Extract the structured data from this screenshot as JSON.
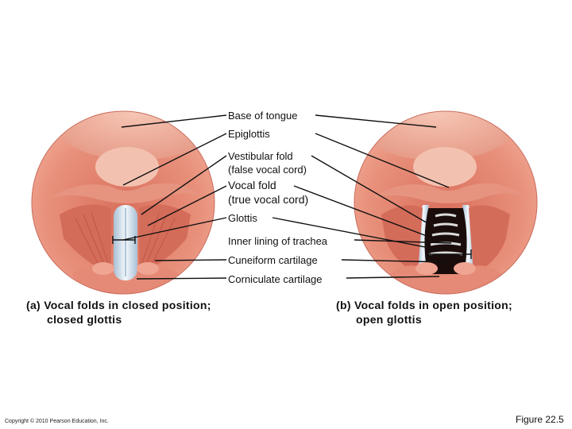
{
  "labels": {
    "base_of_tongue": "Base of tongue",
    "epiglottis": "Epiglottis",
    "vestibular_fold_1": "Vestibular fold",
    "vestibular_fold_2": "(false vocal cord)",
    "vocal_fold_1": "Vocal fold",
    "vocal_fold_2": "(true vocal cord)",
    "glottis": "Glottis",
    "inner_lining": "Inner lining of trachea",
    "cuneiform": "Cuneiform cartilage",
    "corniculate": "Corniculate cartilage"
  },
  "captions": {
    "a_line1": "(a) Vocal folds in closed position;",
    "a_line2": "closed glottis",
    "b_line1": "(b) Vocal folds in open position;",
    "b_line2": "open glottis"
  },
  "footer": {
    "copyright": "Copyright © 2010 Pearson Education, Inc.",
    "figure": "Figure 22.5"
  },
  "colors": {
    "tissue": "#e58a76",
    "tissue_dark": "#c65a4a",
    "tongue": "#f2b4a2",
    "fold_white": "#e9f0f6",
    "airway_dark": "#1a0c0a",
    "leader_line": "#111111"
  }
}
